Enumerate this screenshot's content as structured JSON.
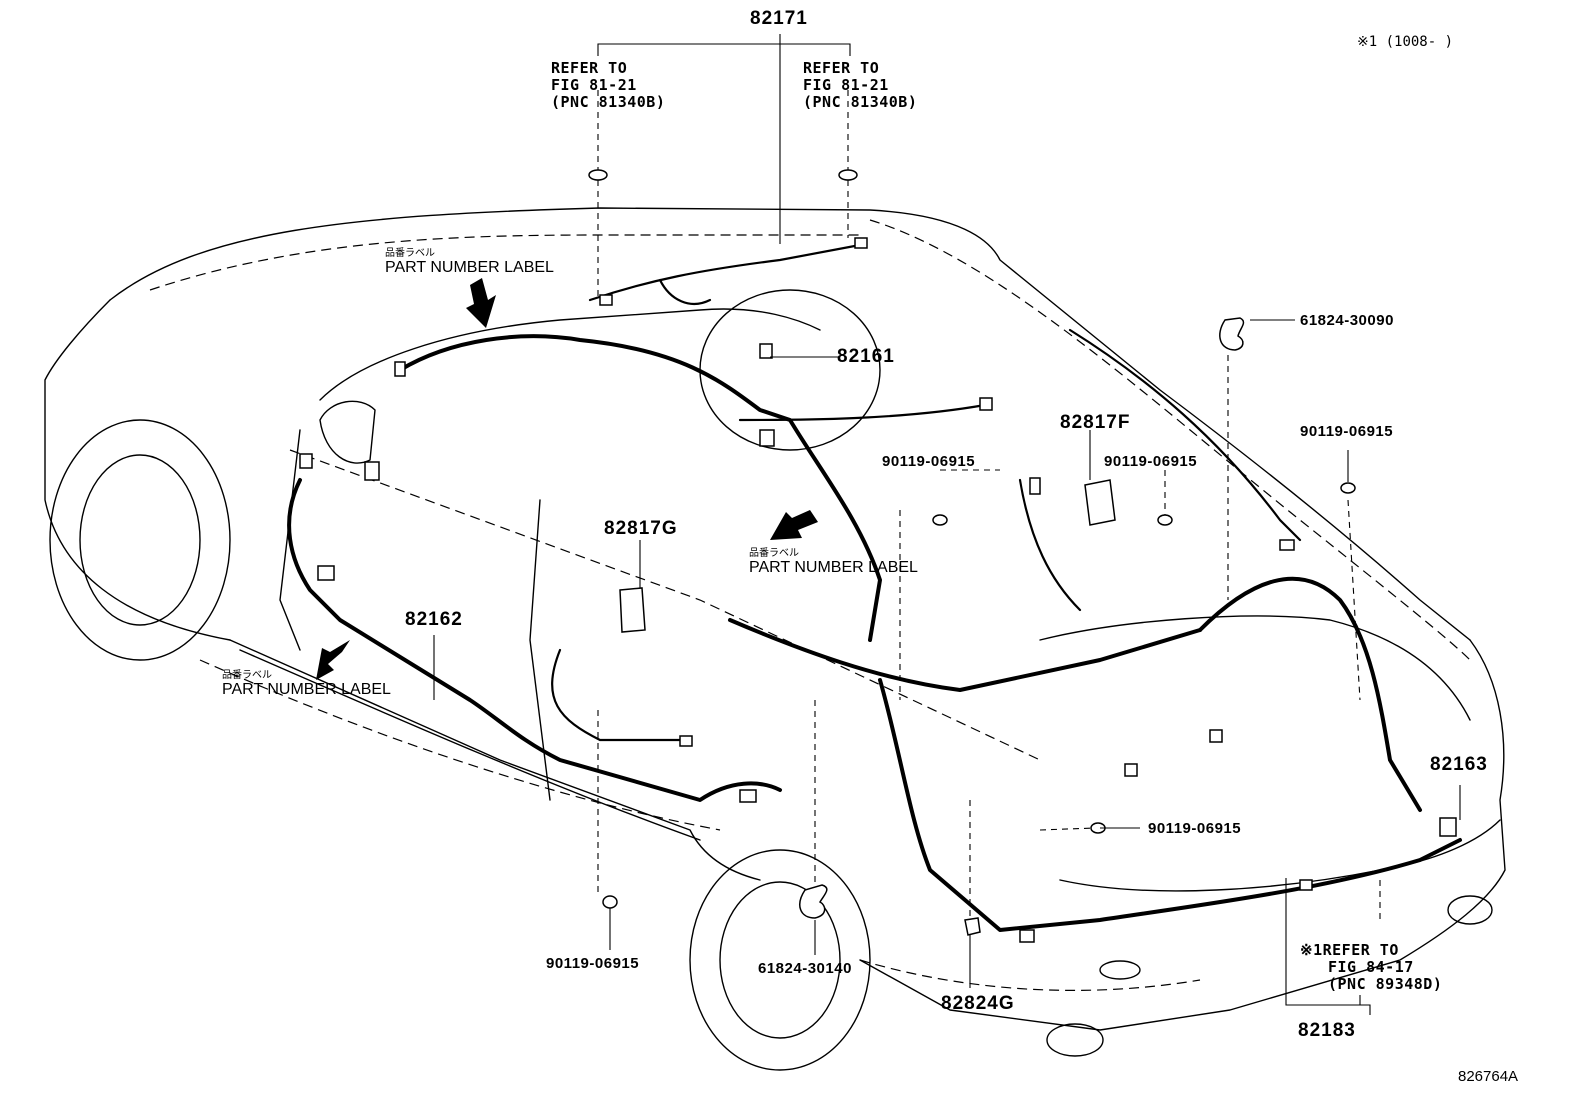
{
  "header_note": "※1 (1008-      )",
  "figure_id": "826764A",
  "refer_left": {
    "line1": "REFER TO",
    "line2": "FIG 81-21",
    "line3": "(PNC 81340B)"
  },
  "refer_right": {
    "line1": "REFER TO",
    "line2": "FIG 81-21",
    "line3": "(PNC 81340B)"
  },
  "refer_bottom": {
    "line1": "※1REFER TO",
    "line2": "FIG 84-17",
    "line3": "(PNC 89348D)"
  },
  "part_number_label": {
    "jp": "品番ラベル",
    "en": "PART NUMBER LABEL"
  },
  "parts": {
    "p82171": "82171",
    "p82161": "82161",
    "p82162": "82162",
    "p82163": "82163",
    "p82183": "82183",
    "p82817F": "82817F",
    "p82817G": "82817G",
    "p82824G": "82824G",
    "p61824_30090": "61824-30090",
    "p61824_30140": "61824-30140",
    "p90119_a": "90119-06915",
    "p90119_b": "90119-06915",
    "p90119_c": "90119-06915",
    "p90119_d": "90119-06915",
    "p90119_e": "90119-06915"
  }
}
